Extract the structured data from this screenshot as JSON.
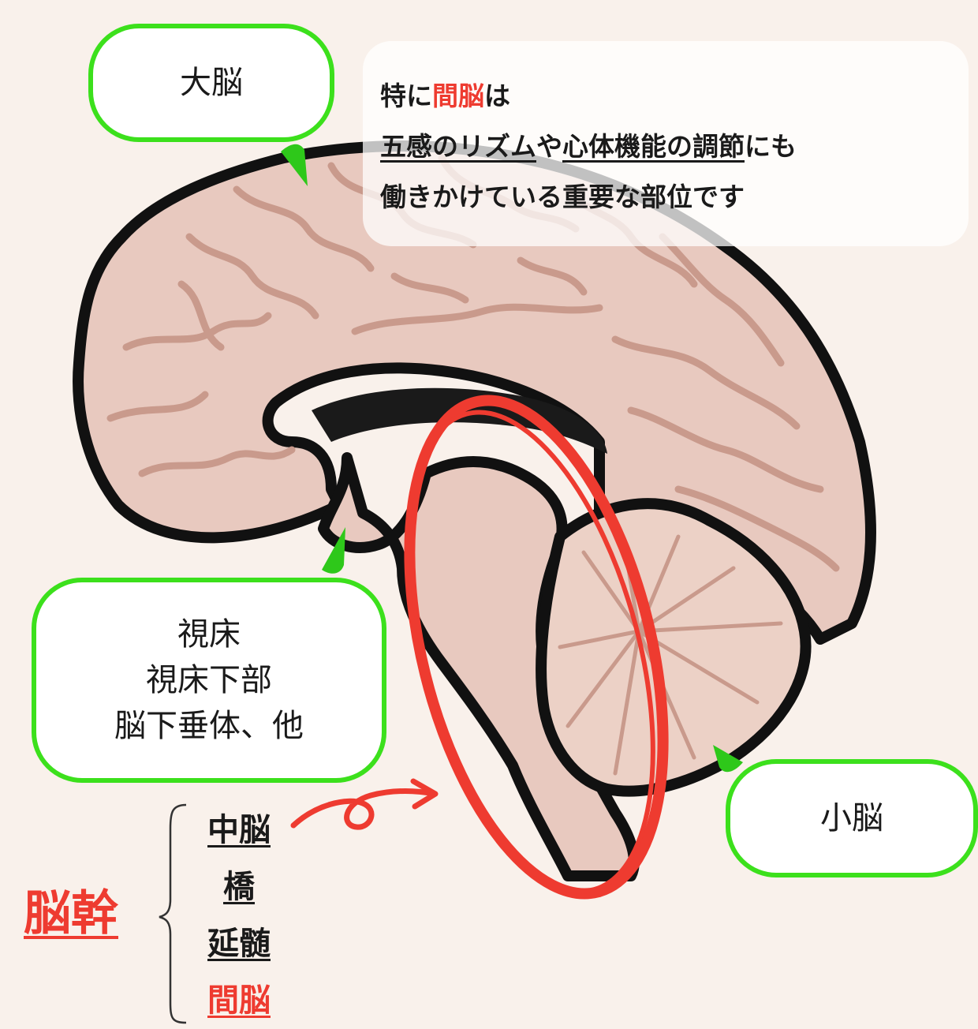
{
  "labels": {
    "cerebrum": "大脳",
    "diencephalon_parts": [
      "視床",
      "視床下部",
      "脳下垂体、他"
    ],
    "cerebellum": "小脳"
  },
  "note": {
    "line1_prefix": "特に",
    "line1_highlight": "間脳",
    "line1_suffix": "は",
    "line2_underlined_1": "五感のリズム",
    "line2_connector": "や",
    "line2_underlined_2": "心体機能の調節",
    "line2_suffix": "にも",
    "line3": "働きかけている重要な部位です"
  },
  "brainstem": {
    "title": "脳幹",
    "parts": [
      "中脳",
      "橋",
      "延髄"
    ],
    "highlight_part": "間脳"
  },
  "colors": {
    "background": "#f9f1eb",
    "bubble_border": "#3ce01c",
    "pointer": "#2ec81a",
    "highlight_red": "#ee3b30",
    "brain_fill": "#e8c9bf",
    "brain_fold": "#c99a8c",
    "outline": "#111111"
  }
}
